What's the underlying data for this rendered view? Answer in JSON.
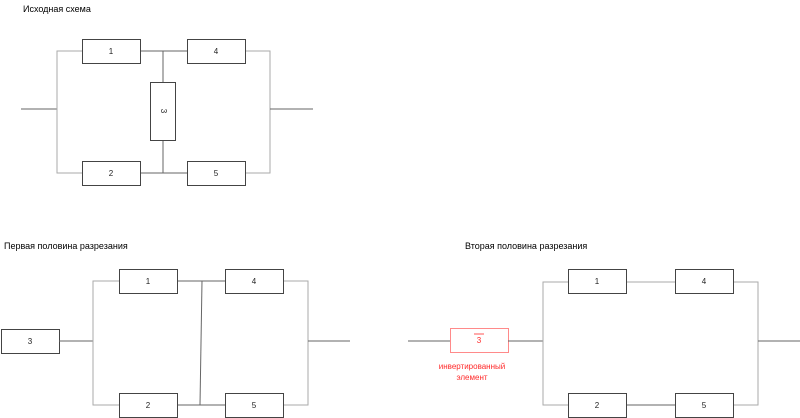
{
  "original": {
    "title": "Исходная схема",
    "elements": [
      "1",
      "2",
      "3",
      "4",
      "5"
    ]
  },
  "first_half": {
    "title": "Первая половина разрезания",
    "elements": [
      "1",
      "2",
      "3",
      "4",
      "5"
    ]
  },
  "second_half": {
    "title": "Вторая половина разрезания",
    "elements": [
      "1",
      "2",
      "3",
      "4",
      "5"
    ],
    "inverted_label_line1": "инвертированный",
    "inverted_label_line2": "элемент"
  },
  "colors": {
    "inverted": "#ff2a2a"
  }
}
